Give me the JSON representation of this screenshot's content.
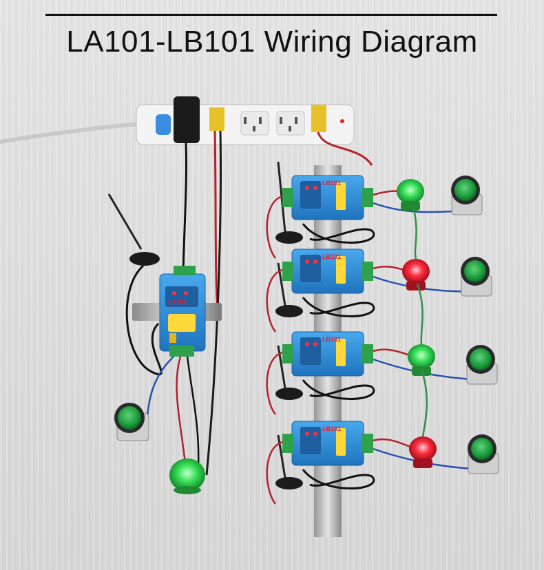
{
  "title": "LA101-LB101 Wiring Diagram",
  "modules": {
    "transmitter_label": "LA101",
    "receiver_label": "LB101"
  },
  "colors": {
    "module_blue": "#2f8fd4",
    "terminal_green": "#2fa14a",
    "wire_red": "#c4282d",
    "wire_blue": "#2a4fb0",
    "wire_green": "#2f8f46",
    "wire_black": "#111111",
    "lamp_green": "#39e04f",
    "lamp_red": "#ff2a3a",
    "button_green": "#1f9e3b"
  },
  "receivers": [
    {
      "lamp": "green"
    },
    {
      "lamp": "red"
    },
    {
      "lamp": "green"
    },
    {
      "lamp": "red"
    }
  ]
}
